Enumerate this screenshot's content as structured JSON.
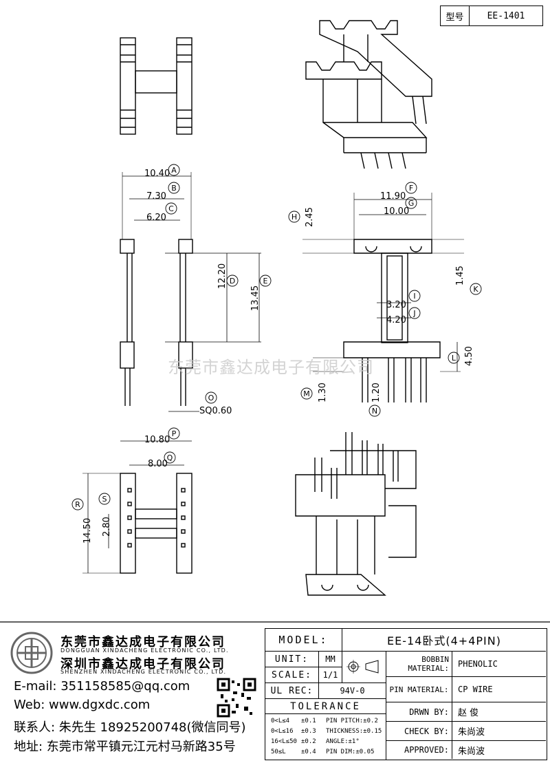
{
  "model_tag": {
    "label": "型号",
    "value": "EE-1401"
  },
  "watermark": "东莞市鑫达成电子有限公司",
  "dims": {
    "A": "10.40",
    "B": "7.30",
    "C": "6.20",
    "D": "12.20",
    "E": "13.45",
    "O": "SQ0.60",
    "F": "11.90",
    "G": "10.00",
    "H": "2.45",
    "K": "1.45",
    "I": "3.20",
    "J": "4.20",
    "L": "4.50",
    "M": "1.30",
    "N": "1.20",
    "P": "10.80",
    "Q": "8.00",
    "R": "14.50",
    "S": "2.80"
  },
  "dim_letters": [
    "A",
    "B",
    "C",
    "D",
    "E",
    "F",
    "G",
    "H",
    "I",
    "J",
    "K",
    "L",
    "M",
    "N",
    "O",
    "P",
    "Q",
    "R",
    "S"
  ],
  "company": {
    "name_dg": "东莞市鑫达成电子有限公司",
    "name_dg_en": "DONGGUAN XINDACHENG ELECTRONIC CO., LTD.",
    "name_sz": "深圳市鑫达成电子有限公司",
    "name_sz_en": "SHENZHEN XINDACHENG ELECTRONIC CO., LTD.",
    "email": "E-mail: 351158585@qq.com",
    "web": "Web: www.dgxdc.com",
    "contact": "联系人: 朱先生 18925200748(微信同号)",
    "address": "地址: 东莞市常平镇元江元村马新路35号"
  },
  "title_block": {
    "model_label": "MODEL:",
    "model_value": "EE-14卧式(4+4PIN)",
    "unit_label": "UNIT:",
    "unit_value": "MM",
    "scale_label": "SCALE:",
    "scale_value": "1/1",
    "ulrec_label": "UL REC:",
    "ulrec_value": "94V-0",
    "tolerance_label": "TOLERANCE",
    "tol_rows": [
      {
        "range": "0<L≤4",
        "tol": "±0.1",
        "spec": "PIN PITCH:±0.2"
      },
      {
        "range": "0<L≤16",
        "tol": "±0.3",
        "spec": "THICKNESS:±0.15"
      },
      {
        "range": "16<L≤50",
        "tol": "±0.2",
        "spec": "ANGLE:±1°"
      },
      {
        "range": "50≤L",
        "tol": "±0.4",
        "spec": "PIN DIM:±0.05"
      }
    ],
    "bobbin_label": "BOBBIN MATERIAL:",
    "bobbin_value": "PHENOLIC",
    "pin_label": "PIN MATERIAL:",
    "pin_value": "CP WIRE",
    "drawn_label": "DRWN BY:",
    "drawn_value": "赵 俊",
    "check_label": "CHECK BY:",
    "check_value": "朱尚波",
    "approved_label": "APPROVED:",
    "approved_value": "朱尚波"
  }
}
